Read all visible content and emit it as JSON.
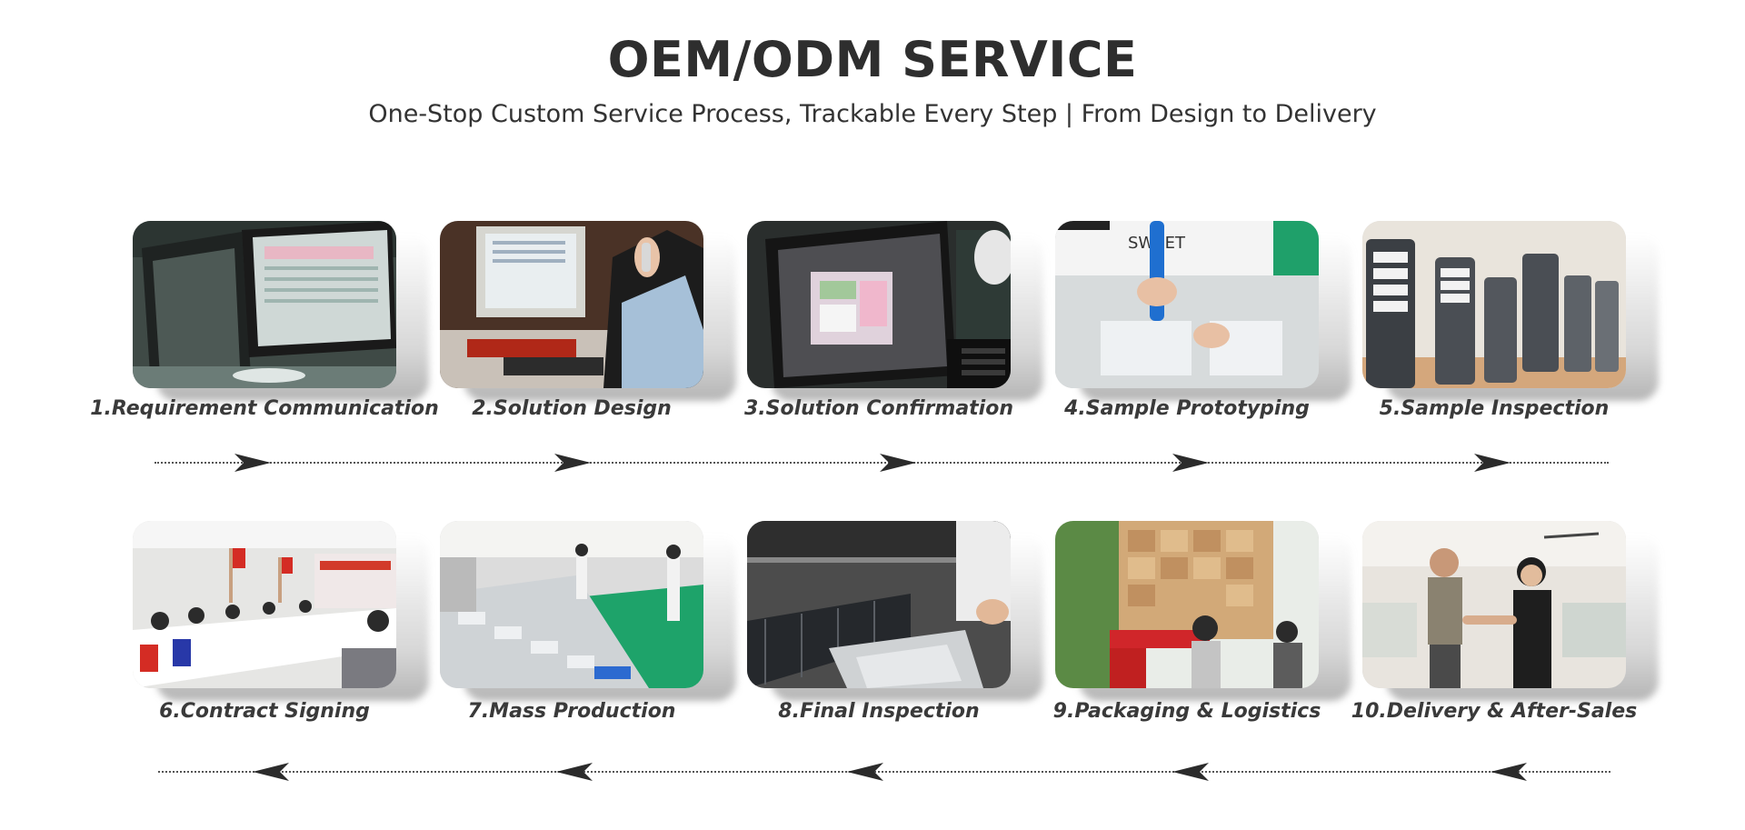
{
  "header": {
    "title": "OEM/ODM SERVICE",
    "subtitle": "One-Stop Custom Service Process, Trackable Every Step | From Design to Delivery"
  },
  "steps": [
    {
      "label": "1.Requirement Communication",
      "icon": "computer-monitors-photo"
    },
    {
      "label": "2.Solution Design",
      "icon": "phone-call-office-photo"
    },
    {
      "label": "3.Solution Confirmation",
      "icon": "design-screen-photo"
    },
    {
      "label": "4.Sample Prototyping",
      "icon": "screwdriver-assembly-photo"
    },
    {
      "label": "5.Sample Inspection",
      "icon": "solar-lamp-samples-photo"
    },
    {
      "label": "6.Contract Signing",
      "icon": "meeting-room-photo"
    },
    {
      "label": "7.Mass Production",
      "icon": "production-line-photo"
    },
    {
      "label": "8.Final Inspection",
      "icon": "solar-panel-inspection-photo"
    },
    {
      "label": "9.Packaging & Logistics",
      "icon": "truck-loading-photo"
    },
    {
      "label": "10.Delivery & After-Sales",
      "icon": "handshake-photo"
    }
  ],
  "flow": {
    "row1_direction": "right",
    "row2_direction": "left",
    "arrow_color": "#2b2b2b",
    "line_color": "#555555"
  }
}
